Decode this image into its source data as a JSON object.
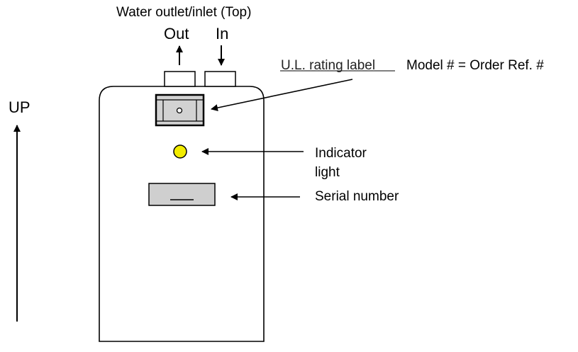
{
  "labels": {
    "water_header": "Water outlet/inlet (Top)",
    "out": "Out",
    "in": "In",
    "ul_rating_label": "U.L. rating label",
    "model_note": "Model # = Order Ref. #",
    "up": "UP",
    "indicator_line1": "Indicator",
    "indicator_line2": "light",
    "serial_number": "Serial number"
  },
  "colors": {
    "indicator_light": "#f2ec00",
    "serial_plate": "#cfcfcf",
    "rating_plate": "#d2d2d2"
  }
}
